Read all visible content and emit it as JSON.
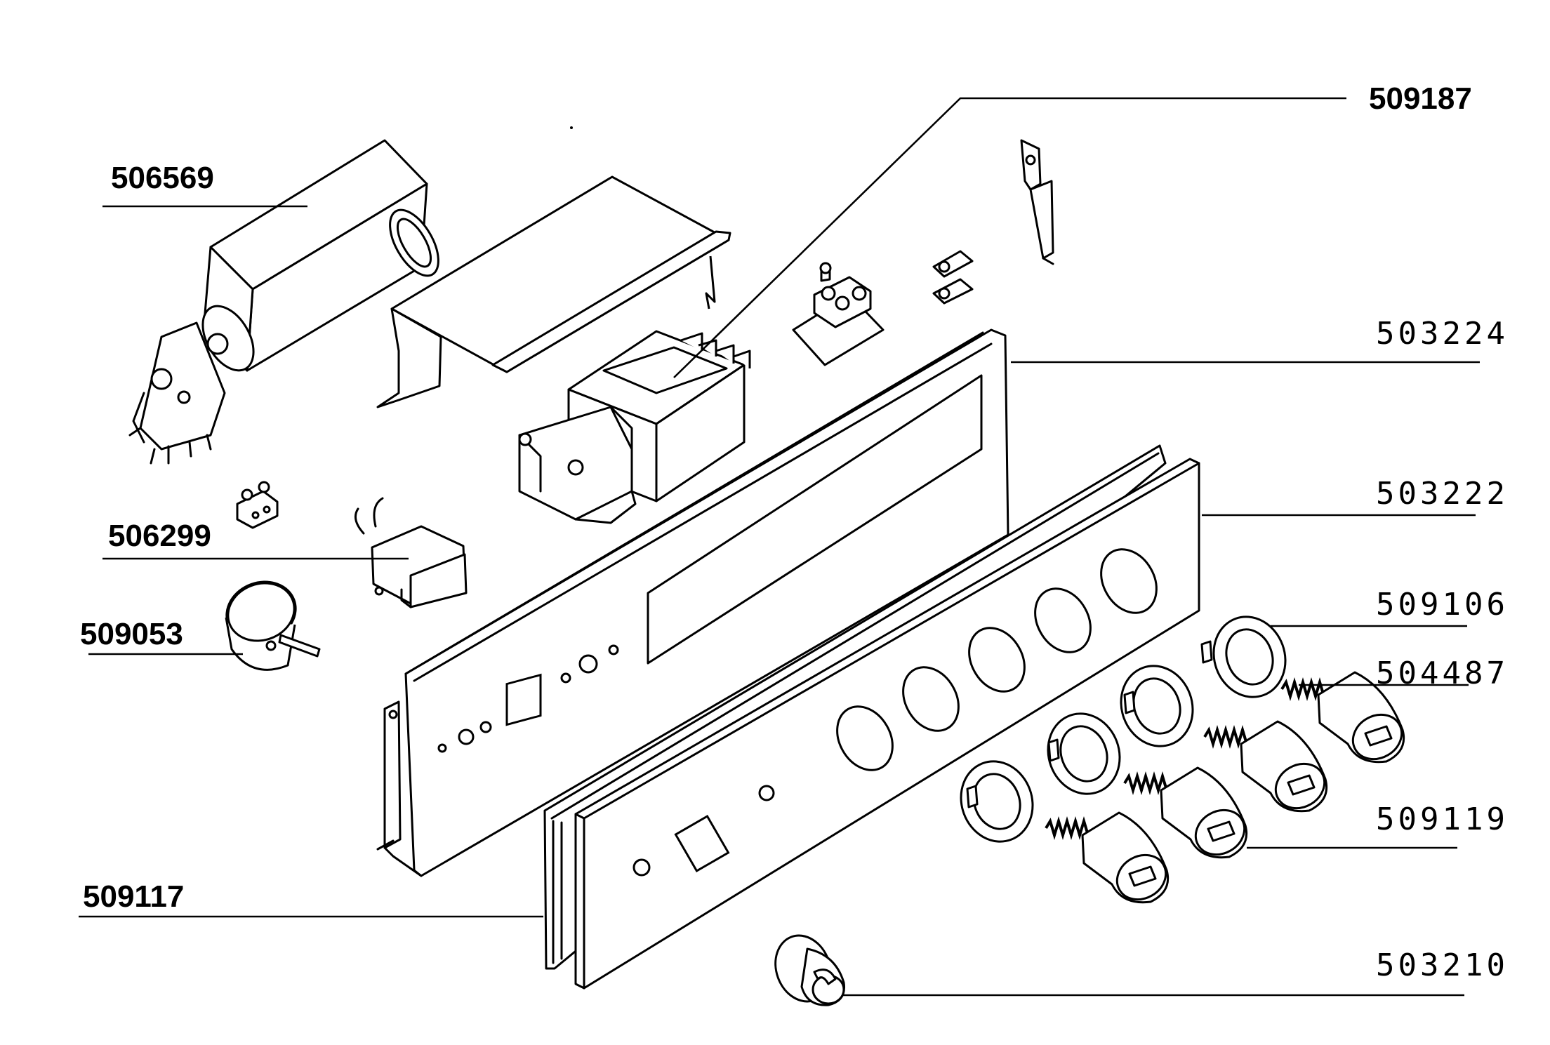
{
  "diagram": {
    "part_labels": [
      {
        "id": "p509187",
        "text": "509187",
        "style": "bold"
      },
      {
        "id": "p506569",
        "text": "506569",
        "style": "bold"
      },
      {
        "id": "p503224",
        "text": "503224",
        "style": "mono"
      },
      {
        "id": "p503222",
        "text": "503222",
        "style": "mono"
      },
      {
        "id": "p506299",
        "text": "506299",
        "style": "bold"
      },
      {
        "id": "p509053",
        "text": "509053",
        "style": "bold"
      },
      {
        "id": "p509106",
        "text": "509106",
        "style": "mono"
      },
      {
        "id": "p504487",
        "text": "504487",
        "style": "mono"
      },
      {
        "id": "p509119",
        "text": "509119",
        "style": "mono"
      },
      {
        "id": "p509117",
        "text": "509117",
        "style": "bold"
      },
      {
        "id": "p503210",
        "text": "503210",
        "style": "mono"
      }
    ],
    "parts": [
      {
        "name": "transformer"
      },
      {
        "name": "fan-motor-assembly"
      },
      {
        "name": "control-panel-frame"
      },
      {
        "name": "front-control-panel"
      },
      {
        "name": "switch"
      },
      {
        "name": "buzzer"
      },
      {
        "name": "knob-bezel"
      },
      {
        "name": "knob-spring"
      },
      {
        "name": "control-knob"
      },
      {
        "name": "panel-gasket"
      },
      {
        "name": "timer-knob"
      },
      {
        "name": "terminal-block"
      },
      {
        "name": "cover-shield"
      },
      {
        "name": "mounting-bracket"
      },
      {
        "name": "cable-clamp"
      }
    ]
  }
}
